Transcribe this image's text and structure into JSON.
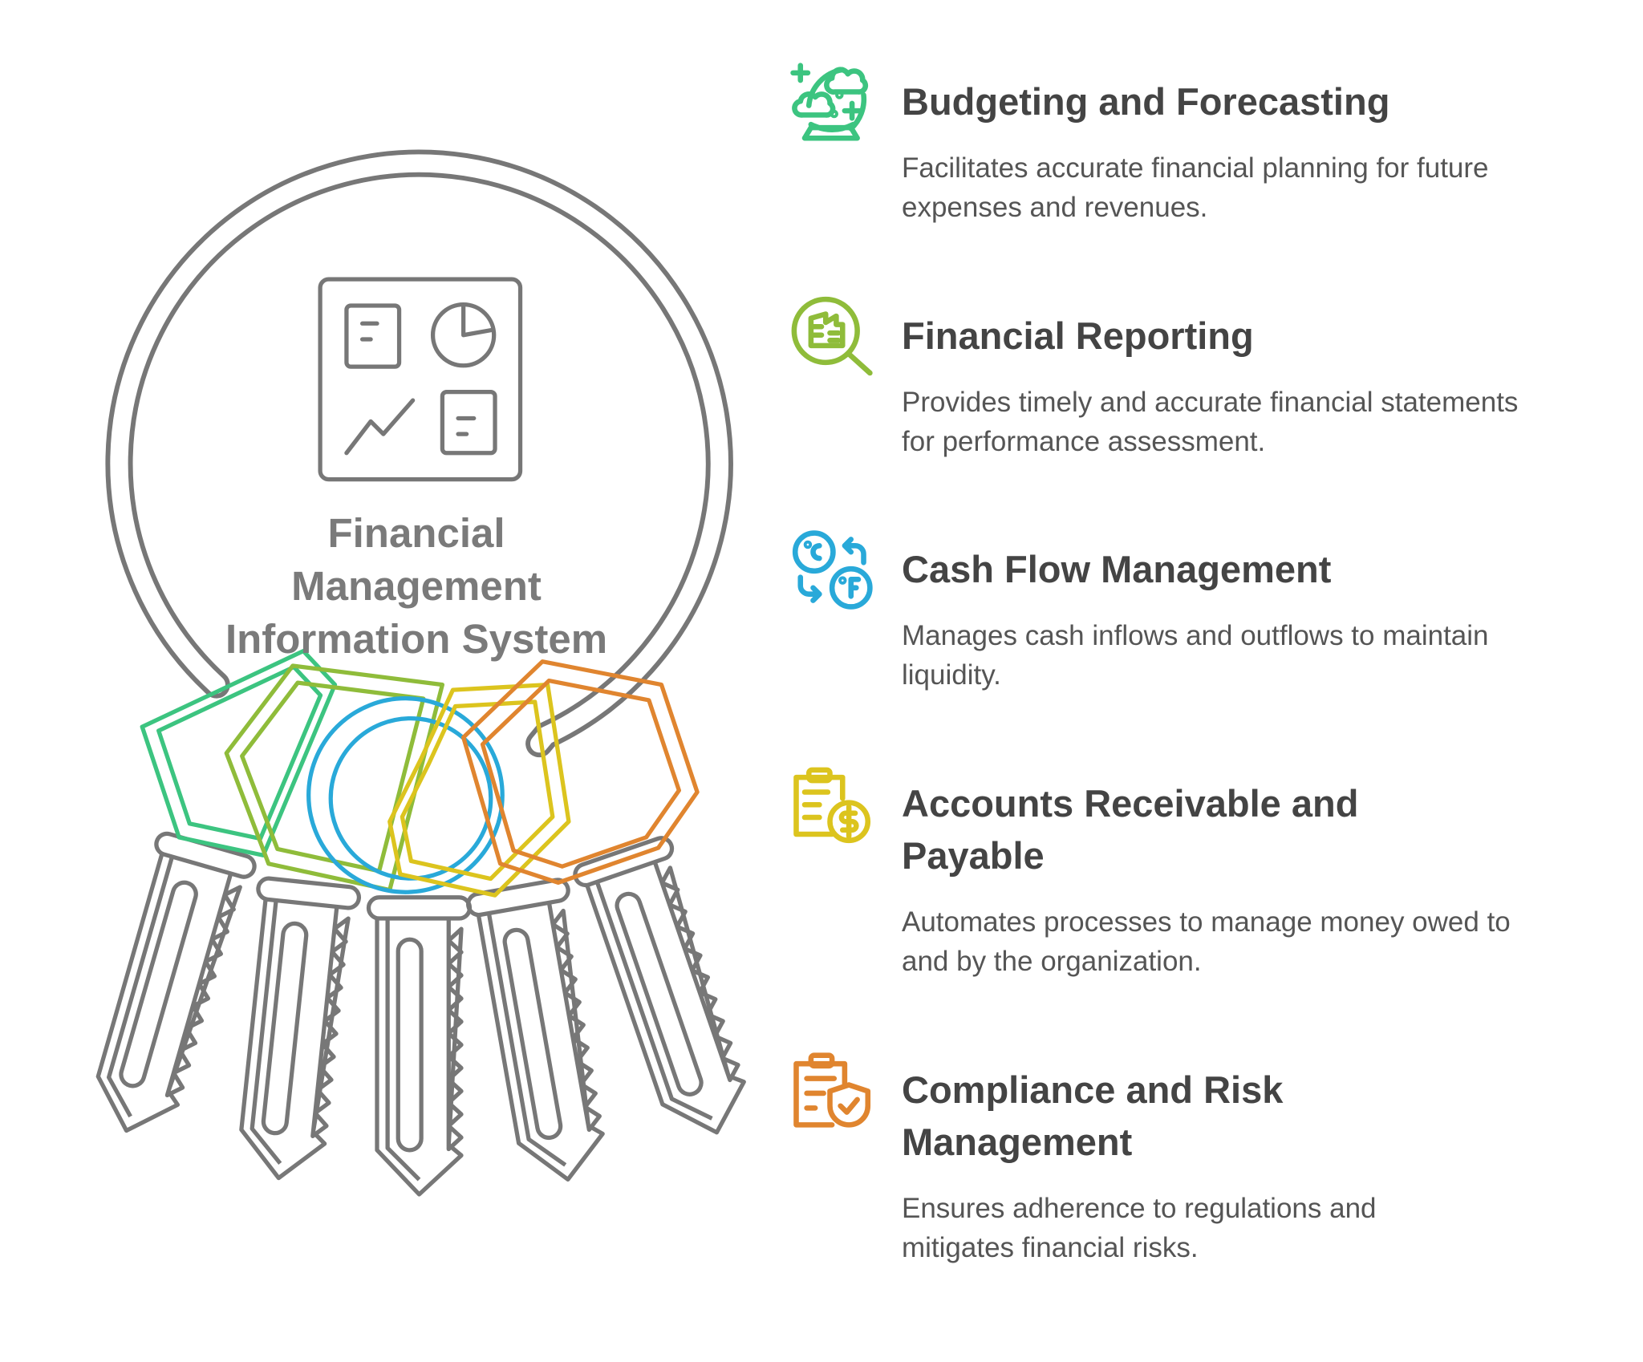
{
  "center": {
    "title": "Financial Management Information System"
  },
  "colors": {
    "ring": "#777777",
    "green": "#3cc480",
    "lime": "#8fbc3a",
    "blue": "#29a9d9",
    "yellow": "#dcc41e",
    "orange": "#e0852f",
    "title": "#444444",
    "text": "#555555"
  },
  "items": [
    {
      "icon": "crystal-ball-icon",
      "title": "Budgeting and Forecasting",
      "description": "Facilitates accurate financial planning for future expenses and revenues."
    },
    {
      "icon": "magnifier-report-icon",
      "title": "Financial Reporting",
      "description": "Provides timely and accurate financial statements for performance assessment."
    },
    {
      "icon": "currency-exchange-icon",
      "title": "Cash Flow Management",
      "description": "Manages cash inflows and outflows to maintain liquidity."
    },
    {
      "icon": "clipboard-dollar-icon",
      "title": "Accounts Receivable and Payable",
      "description": "Automates processes to manage money owed to and by the organization."
    },
    {
      "icon": "clipboard-shield-icon",
      "title": "Compliance and Risk Management",
      "description": "Ensures adherence to regulations and mitigates financial risks."
    }
  ]
}
